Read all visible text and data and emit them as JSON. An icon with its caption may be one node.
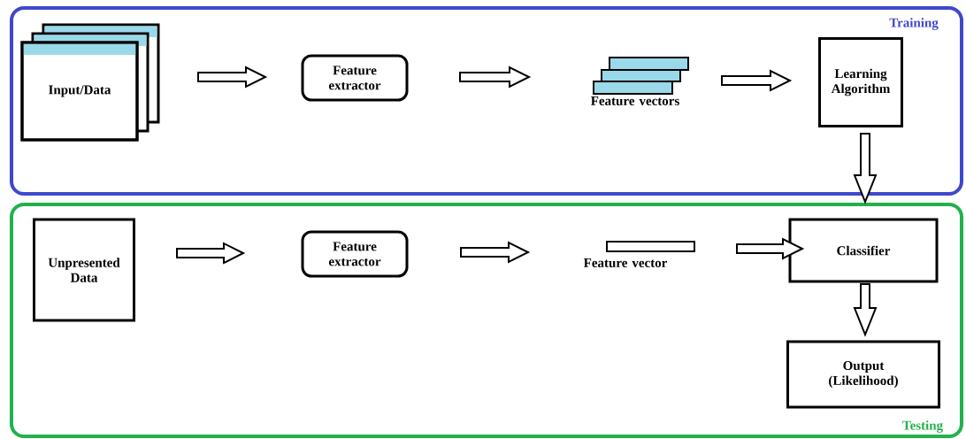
{
  "diagram": {
    "nodes": [
      {
        "text": [
          "Training"
        ]
      },
      {
        "text": [
          "Input/Data"
        ],
        "in": 0
      },
      {
        "text": [
          "Feature extractor"
        ],
        "in": 0
      },
      {
        "text": [
          "Feature vectors"
        ],
        "in": 0
      },
      {
        "text": [
          "Learning Algorithm"
        ],
        "in": 0
      },
      {
        "text": [
          "Testing"
        ]
      },
      {
        "text": [
          "Unpresented Data"
        ],
        "in": 5
      },
      {
        "text": [
          "Feature extractor"
        ],
        "in": 5
      },
      {
        "text": [
          "Feature vector"
        ],
        "in": 5
      },
      {
        "text": [
          "Classifier"
        ],
        "in": 5
      },
      {
        "text": [
          "Output (Likelihood)"
        ],
        "in": 5
      }
    ],
    "edges": [
      {
        "from": 1,
        "to": 2,
        "arrow": "to"
      },
      {
        "from": 2,
        "to": 3,
        "arrow": "to"
      },
      {
        "from": 3,
        "to": 4,
        "arrow": "to"
      },
      {
        "from": 4,
        "to": 9,
        "arrow": "to"
      },
      {
        "from": 6,
        "to": 7,
        "arrow": "to"
      },
      {
        "from": 7,
        "to": 8,
        "arrow": "to"
      },
      {
        "from": 8,
        "to": 9,
        "arrow": "to"
      },
      {
        "from": 9,
        "to": 10,
        "arrow": "to"
      }
    ]
  }
}
